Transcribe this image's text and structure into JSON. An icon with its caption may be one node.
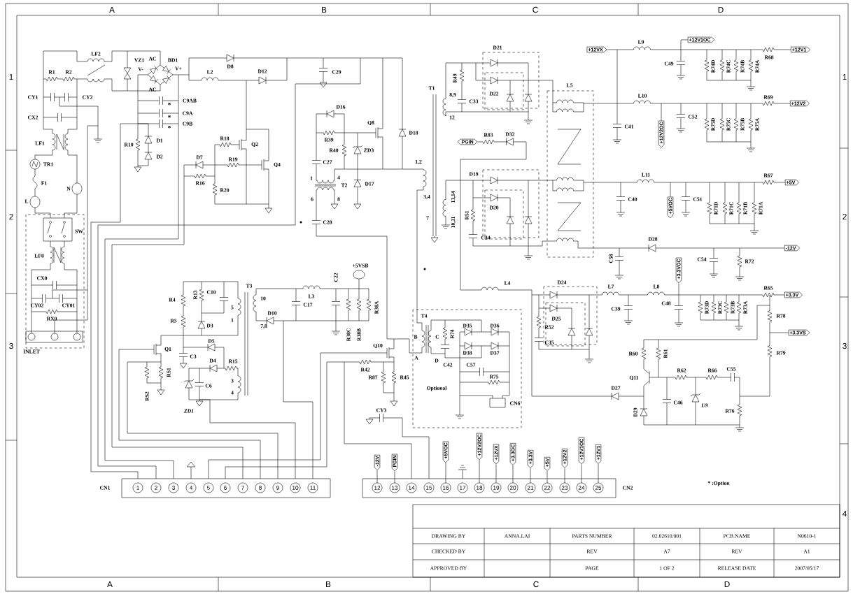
{
  "diagram": {
    "labels": [
      "A",
      "B",
      "C",
      "D",
      "1",
      "2",
      "3",
      "1",
      "2",
      "3",
      "4",
      "LF2",
      "VZ1",
      "AC",
      "BD1",
      "V-",
      "V+",
      "AC",
      "R1",
      "R2",
      "CY1",
      "CY2",
      "C9AB",
      "*",
      "C9A",
      "*",
      "C9B",
      "*",
      "CX2",
      "LF1",
      "TR1",
      "F1",
      "N",
      "L",
      "SW",
      "LF0",
      "CX0",
      "CY02",
      "CY01",
      "RX0",
      "INLET",
      "R10",
      "D1",
      "D2",
      "D8",
      "L2",
      "D12",
      "R18",
      "Q2",
      "D7",
      "R19",
      "Q4",
      "R16",
      "R20",
      "C29",
      "D16",
      "Q8",
      "D18",
      "R39",
      "R40",
      "ZD3",
      "C27",
      "1",
      "4",
      "T2",
      "6",
      "8",
      "D17",
      "C28",
      "1,2",
      "3,4",
      "T1",
      "8,9",
      "12",
      "R49",
      "C33",
      "D21",
      "D22",
      "R83",
      "D32",
      "D19",
      "13,14",
      "10,11",
      "7",
      "R51",
      "D20",
      "C34",
      "L5",
      "L4",
      "D24",
      "D25",
      "R52",
      "C35",
      "L9",
      "C49",
      "R74D",
      "R74C",
      "R74B",
      "R74A",
      "R68",
      "L10",
      "R69",
      "C41",
      "C52",
      "R75D",
      "R75C",
      "R75B",
      "R75A",
      "L11",
      "R67",
      "C40",
      "C51",
      "R71D",
      "R71C",
      "R71B",
      "R71A",
      "D28",
      "C58",
      "C54",
      "R72",
      "L7",
      "L8",
      "R65",
      "C39",
      "C48",
      "R73D",
      "R73C",
      "R73B",
      "R73A",
      "R78",
      "R60",
      "R61",
      "R79",
      "Q11",
      "R62",
      "R66",
      "C55",
      "D27",
      "C46",
      "U9",
      "D29",
      "R76",
      "R4",
      "R5",
      "R13",
      "C10",
      "D3",
      "5",
      "1",
      "T3",
      "10",
      "D10",
      "7,8",
      "C17",
      "L3",
      "C22",
      "+5VSB",
      "R38A",
      "R38C",
      "R38B",
      "Q1",
      "D5",
      "C3",
      "D4",
      "R15",
      "3",
      "4",
      "C6",
      "ZD1",
      "RS2",
      "RS1",
      "Q10",
      "R42",
      "R87",
      "R45",
      "CY3",
      "T4",
      "B",
      "C",
      "A",
      "D",
      "R74",
      "D35",
      "D36",
      "D38",
      "D37",
      "C42",
      "C57",
      "R75",
      "Optional",
      "CN6",
      "+12V1OC",
      "+12VX",
      "+12V1",
      "+12V2",
      "PGIN",
      "+12V2OC",
      "+5V",
      "+5VOC",
      "-12V",
      "+3.3VOC",
      "+3.3V",
      "+3.3VS",
      "-12V",
      "PGIN",
      "+5VOC",
      "+12V2OC",
      "+12VX",
      "+3.3OC",
      "+3.3V",
      "+5V",
      "+12V2",
      "+12V1OC",
      "+12V1",
      "CN1",
      "1",
      "2",
      "3",
      "4",
      "5",
      "6",
      "7",
      "8",
      "9",
      "10",
      "11",
      "12",
      "13",
      "14",
      "15",
      "16",
      "17",
      "18",
      "19",
      "20",
      "21",
      "22",
      "23",
      "24",
      "25",
      "CN2",
      "* :Option",
      "DRAWING BY",
      "ANNA.LAI",
      "PARTS NUMBER",
      "02.02610.001",
      "PCB.NAME",
      "N0610-1",
      "CHECKED BY",
      "REV",
      "A7",
      "REV",
      "A1",
      "APPROVED BY",
      "PAGE",
      "1 OF 2",
      "RELEASE DATE",
      "2007/05/17",
      "A",
      "B",
      "C",
      "D"
    ]
  }
}
